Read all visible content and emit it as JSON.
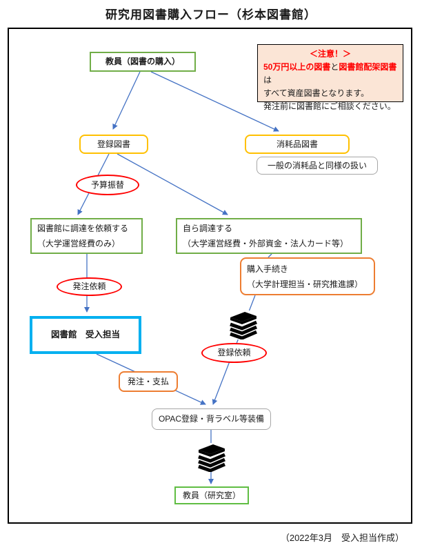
{
  "title": "研究用図書購入フロー（杉本図書館）",
  "footer": "（2022年3月　受入担当作成）",
  "notice": {
    "heading": "＜注意！＞",
    "seg_red1": "50万円以上の図書",
    "seg_plain1": "と",
    "seg_red2": "図書館配架図書",
    "seg_plain2": "は",
    "line2": "すべて資産図書となります。",
    "line3": "発注前に図書館にご相談ください。"
  },
  "nodes": {
    "faculty_purchase": {
      "label": "教員（図書の購入）"
    },
    "registered_books": {
      "label": "登録図書"
    },
    "consumable_books": {
      "label": "消耗品図書"
    },
    "consumable_note": {
      "label": "一般の消耗品と同様の扱い"
    },
    "budget_transfer": {
      "label": "予算振替"
    },
    "request_library": {
      "line1": "図書館に調達を依頼する",
      "line2": "（大学運営経費のみ）"
    },
    "self_procure": {
      "line1": "自ら調達する",
      "line2": "（大学運営経費・外部資金・法人カード等）"
    },
    "purchase_procedure": {
      "line1": "購入手続き",
      "line2": "（大学計理担当・研究推進課）"
    },
    "order_request": {
      "label": "発注依頼"
    },
    "library_receiving": {
      "label": "図書館　受入担当"
    },
    "registration_request": {
      "label": "登録依頼"
    },
    "order_payment": {
      "label": "発注・支払"
    },
    "opac_processing": {
      "label": "OPAC登録・背ラベル等装備"
    },
    "faculty_lab": {
      "label": "教員（研究室）"
    }
  },
  "icons": {
    "books": "stacked-books"
  },
  "colors": {
    "arrow_blue": "#4472C4",
    "green": "#70AD47",
    "bright_green": "#5FBD42",
    "gold": "#FFC000",
    "orange": "#ED7D31",
    "red": "#FF0000",
    "cyan": "#00B0F0",
    "gray": "#A6A6A6",
    "notice_bg": "#FBE5D6",
    "frame": "#000000"
  }
}
